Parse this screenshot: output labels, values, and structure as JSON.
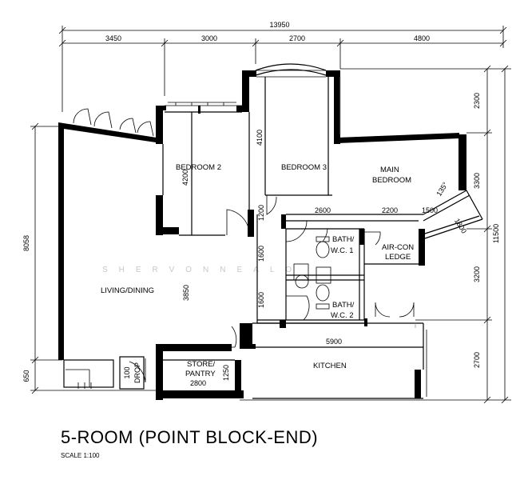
{
  "plan": {
    "title": "5-ROOM (POINT BLOCK-END)",
    "scale": "SCALE 1:100",
    "watermark": "SHERVONNEALO",
    "rooms": {
      "bedroom2": "BEDROOM 2",
      "bedroom3": "BEDROOM 3",
      "main1": "MAIN",
      "main2": "BEDROOM",
      "bath1a": "BATH/",
      "bath1b": "W.C. 1",
      "aircon1": "AIR-CON",
      "aircon2": "LEDGE",
      "bath2a": "BATH/",
      "bath2b": "W.C. 2",
      "living": "LIVING/DINING",
      "store1": "STORE/",
      "store2": "PANTRY",
      "kitchen": "KITCHEN",
      "refuse1": "100",
      "refuse2": "DROP"
    },
    "dimensions": {
      "overall_width": "13950",
      "top_3450": "3450",
      "top_3000": "3000",
      "top_2700": "2700",
      "top_4800": "4800",
      "right_2300": "2300",
      "right_3300": "3300",
      "right_11500": "11500",
      "right_3200": "3200",
      "right_2700": "2700",
      "left_8058": "8058",
      "left_650": "650",
      "bed2_height": "4200",
      "bed3_height": "4100",
      "corridor_1200": "1200",
      "bath_1600a": "1600",
      "bath_1600b": "1600",
      "living_3850": "3850",
      "store_1250": "1250",
      "store_2800": "2800",
      "corr_2600": "2600",
      "corr_2200": "2200",
      "corr_1500": "1500",
      "diag_1800": "1800",
      "angle_135": "135°",
      "kitchen_5900": "5900"
    }
  }
}
